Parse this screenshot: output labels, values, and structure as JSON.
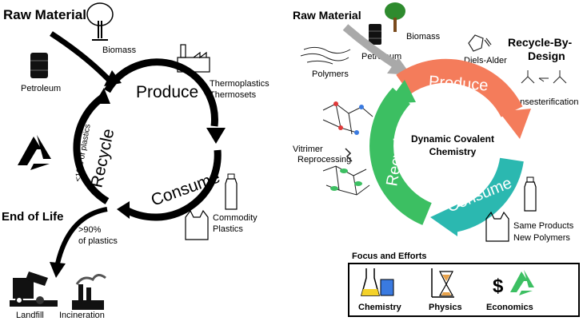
{
  "left": {
    "raw_material": "Raw Material",
    "biomass": "Biomass",
    "petroleum": "Petroleum",
    "produce": "Produce",
    "consume": "Consume",
    "recycle": "Recycle",
    "thermoplastics": "Thermoplastics",
    "thermosets": "Thermosets",
    "recycle_pct": "<10% of plastics",
    "end_of_life": "End of Life",
    "eol_pct_1": ">90%",
    "eol_pct_2": "of plastics",
    "commodity": "Commodity",
    "plastics": "Plastics",
    "landfill": "Landfill",
    "incineration": "Incineration"
  },
  "right": {
    "raw_material": "Raw Material",
    "biomass": "Biomass",
    "petroleum": "Petroleum",
    "polymers": "Polymers",
    "diels_alder": "Diels-Alder",
    "recycle_by_1": "Recycle-By-",
    "recycle_by_2": "Design",
    "transesterification": "Transesterification",
    "produce": "Produce",
    "consume": "Consume",
    "recycle": "Recycle",
    "center_1": "Dynamic Covalent",
    "center_2": "Chemistry",
    "vitrimer_1": "Vitrimer",
    "vitrimer_2": "Reprocessing",
    "same_products": "Same Products",
    "new_polymers": "New Polymers",
    "focus_title": "Focus and Efforts",
    "chemistry": "Chemistry",
    "physics": "Physics",
    "economics": "Economics",
    "dollar": "$"
  },
  "colors": {
    "produce": "#f47c5b",
    "consume": "#2bb8b0",
    "recycle": "#3cbf62",
    "arrow_gray": "#a9a9a9",
    "tree": "#2e8b2e",
    "trunk": "#7a4a1c"
  },
  "icons": [
    "tree-icon",
    "oil-barrel-icon",
    "factory-icon",
    "bottle-icon",
    "bag-icon",
    "recycle-icon",
    "truck-icon",
    "smokestack-icon",
    "flask-icon",
    "hourglass-icon",
    "molecule-icon",
    "polymer-chain-icon",
    "network-icon"
  ]
}
